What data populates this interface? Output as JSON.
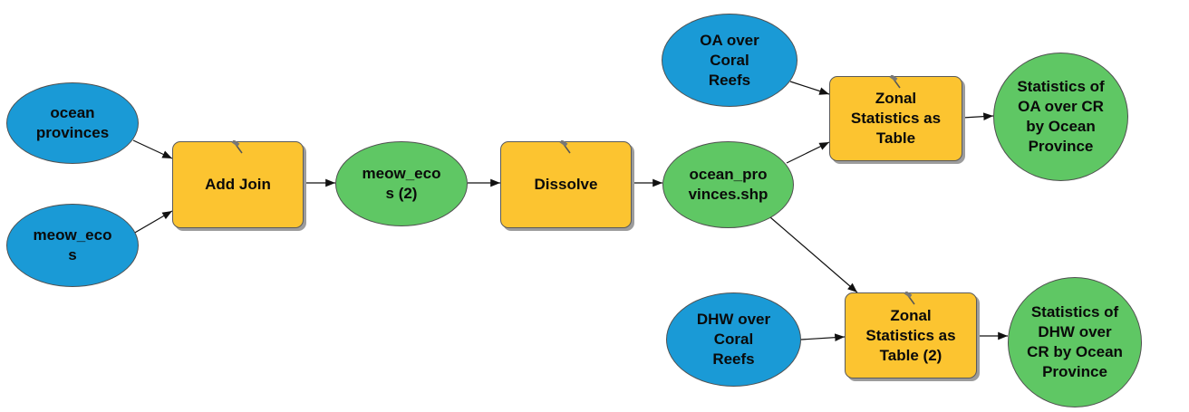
{
  "diagram": {
    "nodes": [
      {
        "id": "ocean_provinces",
        "kind": "input",
        "label": "ocean\nprovinces"
      },
      {
        "id": "meow_ecos",
        "kind": "input",
        "label": "meow_eco\ns"
      },
      {
        "id": "add_join",
        "kind": "tool",
        "label": "Add Join"
      },
      {
        "id": "meow_ecos_2",
        "kind": "output",
        "label": "meow_eco\ns (2)"
      },
      {
        "id": "dissolve",
        "kind": "tool",
        "label": "Dissolve"
      },
      {
        "id": "ocean_prov_shp",
        "kind": "output",
        "label": "ocean_pro\nvinces.shp"
      },
      {
        "id": "oa_coral",
        "kind": "input",
        "label": "OA over\nCoral\nReefs"
      },
      {
        "id": "zonal1",
        "kind": "tool",
        "label": "Zonal\nStatistics as\nTable"
      },
      {
        "id": "stats_oa",
        "kind": "output",
        "label": "Statistics of\nOA over CR\nby Ocean\nProvince"
      },
      {
        "id": "dhw_coral",
        "kind": "input",
        "label": "DHW over\nCoral\nReefs"
      },
      {
        "id": "zonal2",
        "kind": "tool",
        "label": "Zonal\nStatistics as\nTable (2)"
      },
      {
        "id": "stats_dhw",
        "kind": "output",
        "label": "Statistics of\nDHW over\nCR by Ocean\nProvince"
      }
    ],
    "edges": [
      {
        "from": "ocean_provinces",
        "to": "add_join"
      },
      {
        "from": "meow_ecos",
        "to": "add_join"
      },
      {
        "from": "add_join",
        "to": "meow_ecos_2"
      },
      {
        "from": "meow_ecos_2",
        "to": "dissolve"
      },
      {
        "from": "dissolve",
        "to": "ocean_prov_shp"
      },
      {
        "from": "oa_coral",
        "to": "zonal1"
      },
      {
        "from": "ocean_prov_shp",
        "to": "zonal1"
      },
      {
        "from": "zonal1",
        "to": "stats_oa"
      },
      {
        "from": "ocean_prov_shp",
        "to": "zonal2"
      },
      {
        "from": "dhw_coral",
        "to": "zonal2"
      },
      {
        "from": "zonal2",
        "to": "stats_dhw"
      }
    ],
    "colors": {
      "input": "#1a9ad6",
      "output": "#5fc764",
      "tool": "#fcc430",
      "tool_shadow": "#9c9c9c",
      "edge": "#111111"
    },
    "icons": {
      "tool": "hammer-icon"
    }
  }
}
